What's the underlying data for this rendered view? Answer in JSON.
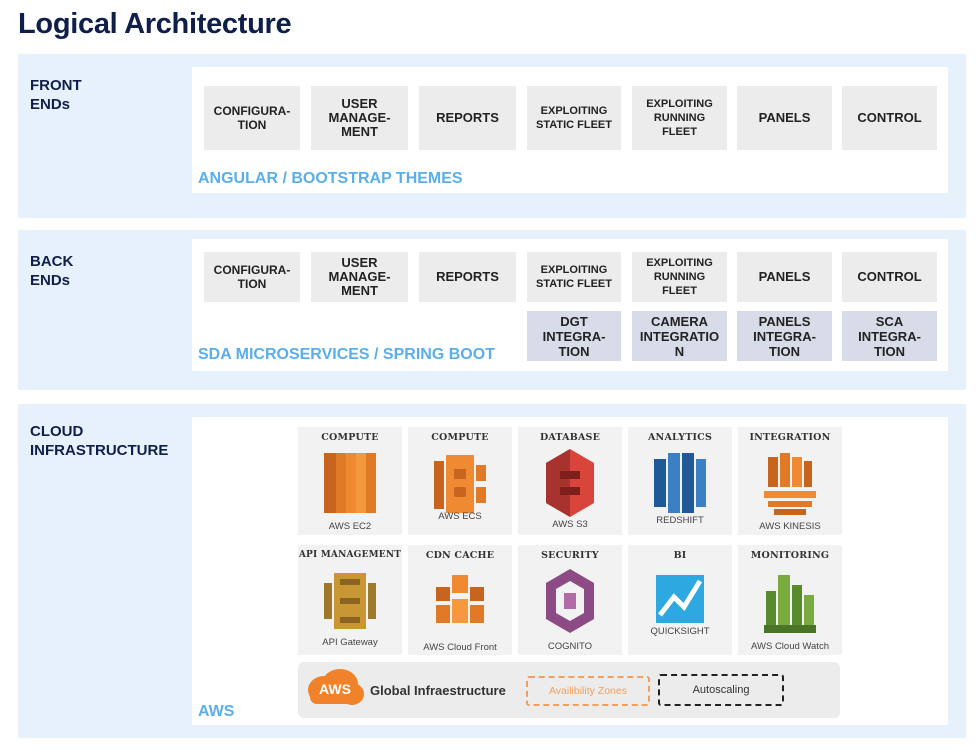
{
  "title": "Logical Architecture",
  "colors": {
    "accent": "#5aaeea",
    "navy": "#0f1f4a",
    "band": "#e6f1fb",
    "box": "#ececec",
    "integration_box": "#d8dce8",
    "aws_orange": "#f0822a"
  },
  "front_ends": {
    "label": "FRONT\nENDs",
    "modules": [
      "CONFIGURA-\nTION",
      "USER\nMANAGE-\nMENT",
      "REPORTS",
      "EXPLOITING\nSTATIC FLEET",
      "EXPLOITING\nRUNNING\nFLEET",
      "PANELS",
      "CONTROL"
    ],
    "theme": "ANGULAR / BOOTSTRAP THEMES"
  },
  "back_ends": {
    "label": "BACK\nENDs",
    "modules": [
      "CONFIGURA-\nTION",
      "USER\nMANAGE-\nMENT",
      "REPORTS",
      "EXPLOITING\nSTATIC FLEET",
      "EXPLOITING\nRUNNING\nFLEET",
      "PANELS",
      "CONTROL"
    ],
    "integrations": [
      "DGT\nINTEGRA-\nTION",
      "CAMERA\nINTEGRATIO\nN",
      "PANELS\nINTEGRA-\nTION",
      "SCA\nINTEGRA-\nTION"
    ],
    "theme": "SDA MICROSERVICES / SPRING BOOT"
  },
  "cloud": {
    "label": "CLOUD\nINFRASTRUCTURE",
    "services_row1": [
      {
        "category": "COMPUTE",
        "name": "AWS EC2",
        "icon": "ec2-icon"
      },
      {
        "category": "COMPUTE",
        "name": "AWS ECS",
        "icon": "ecs-icon"
      },
      {
        "category": "DATABASE",
        "name": "AWS S3",
        "icon": "s3-icon"
      },
      {
        "category": "ANALYTICS",
        "name": "REDSHIFT",
        "icon": "redshift-icon"
      },
      {
        "category": "INTEGRATION",
        "name": "AWS KINESIS",
        "icon": "kinesis-icon"
      }
    ],
    "services_row2": [
      {
        "category": "API MANAGEMENT",
        "name": "API Gateway",
        "icon": "api-gateway-icon"
      },
      {
        "category": "CDN CACHE",
        "name": "AWS Cloud Front",
        "icon": "cloudfront-icon"
      },
      {
        "category": "SECURITY",
        "name": "COGNITO",
        "icon": "cognito-icon"
      },
      {
        "category": "BI",
        "name": "QUICKSIGHT",
        "icon": "quicksight-icon"
      },
      {
        "category": "MONITORING",
        "name": "AWS Cloud Watch",
        "icon": "cloudwatch-icon"
      }
    ],
    "infrastructure": {
      "logo": "AWS",
      "label": "Global Infraestructure",
      "zones": "Availibility Zones",
      "autoscaling": "Autoscaling"
    },
    "footer": "AWS"
  }
}
